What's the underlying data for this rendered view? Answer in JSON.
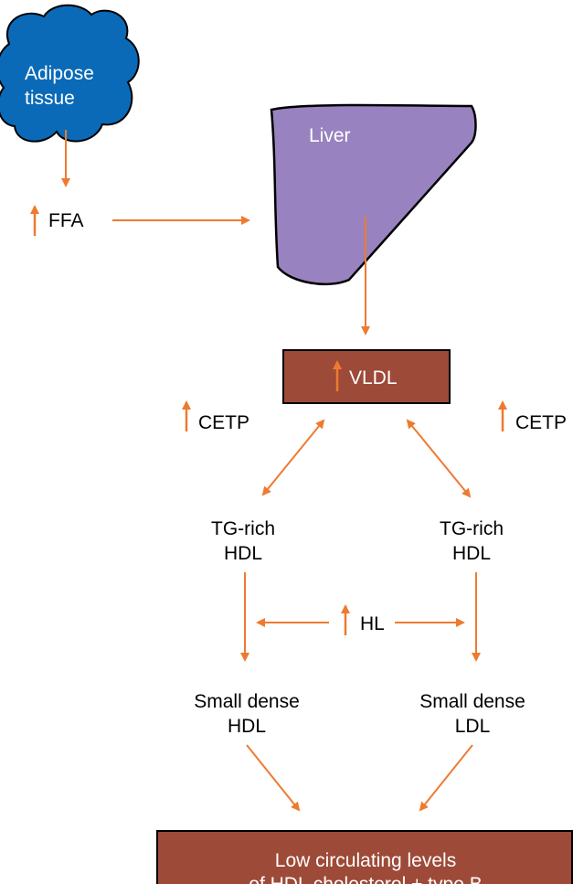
{
  "nodes": {
    "adipose": {
      "line1": "Adipose",
      "line2": "tissue"
    },
    "liver": {
      "label": "Liver"
    },
    "ffa": {
      "label": "FFA"
    },
    "vldl": {
      "label": "VLDL"
    },
    "cetp_left": {
      "label": "CETP"
    },
    "cetp_right": {
      "label": "CETP"
    },
    "tg_hdl_left": {
      "line1": "TG-rich",
      "line2": "HDL"
    },
    "tg_hdl_right": {
      "line1": "TG-rich",
      "line2": "HDL"
    },
    "hl": {
      "label": "HL"
    },
    "sd_hdl": {
      "line1": "Small dense",
      "line2": "HDL"
    },
    "sd_ldl": {
      "line1": "Small dense",
      "line2": "LDL"
    },
    "outcome": {
      "line1": "Low circulating levels",
      "line2": "of HDL cholesterol + type B"
    }
  },
  "colors": {
    "arrow": "#ee7a30",
    "adipose_fill": "#0a6ab8",
    "liver_fill": "#9883c0",
    "box_fill": "#9d4a38"
  },
  "icons": {
    "increase": "up-arrow-icon"
  }
}
